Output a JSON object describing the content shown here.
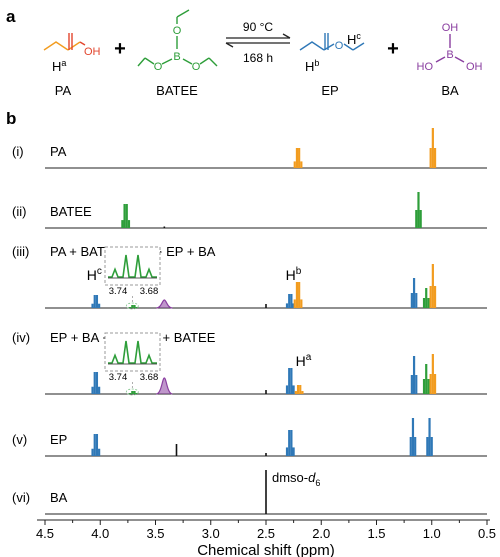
{
  "panel_labels": {
    "a": "a",
    "b": "b"
  },
  "scheme": {
    "reactant1": {
      "name": "PA",
      "h_label": "H",
      "h_sup": "a",
      "oh": "OH"
    },
    "plus1": "+",
    "reactant2": {
      "name": "BATEE",
      "o": "O",
      "b": "B"
    },
    "conditions": {
      "temperature": "90 °C",
      "time": "168 h"
    },
    "product1": {
      "name": "EP",
      "hb": "H",
      "hb_sup": "b",
      "hc": "H",
      "hc_sup": "c",
      "o": "O"
    },
    "plus2": "+",
    "product2": {
      "name": "BA",
      "oh": "OH",
      "ho_left": "HO",
      "b": "B"
    }
  },
  "chart_data": {
    "type": "nmr_stack",
    "xlabel": "Chemical shift (ppm)",
    "x_ticks": [
      "4.5",
      "4.0",
      "3.5",
      "3.0",
      "2.5",
      "2.0",
      "1.5",
      "1.0",
      "0.5"
    ],
    "xlim": [
      4.5,
      0.5
    ],
    "colors": {
      "PA": "#f29c1f",
      "BATEE": "#2e9e3a",
      "EP": "#2f78b7",
      "BA": "#8a3fa0",
      "solvent": "#111111"
    },
    "inset_ticks": [
      "3.74",
      "3.68"
    ],
    "inset_color": "#2e9e3a",
    "traces": [
      {
        "id": "i",
        "label": "(i)",
        "title": "PA",
        "peaks": [
          {
            "ppm": 2.21,
            "h": 20,
            "mult": "q",
            "color": "PA"
          },
          {
            "ppm": 0.99,
            "h": 40,
            "mult": "t",
            "color": "PA"
          }
        ]
      },
      {
        "id": "ii",
        "label": "(ii)",
        "title": "BATEE",
        "peaks": [
          {
            "ppm": 3.77,
            "h": 24,
            "mult": "q",
            "color": "BATEE"
          },
          {
            "ppm": 1.12,
            "h": 36,
            "mult": "t",
            "color": "BATEE"
          },
          {
            "ppm": 3.42,
            "h": 1.5,
            "mult": "s",
            "color": "solvent"
          }
        ]
      },
      {
        "id": "iii",
        "label": "(iii)",
        "left": "PA + BATEE",
        "right": "EP + BA",
        "labels": [
          {
            "text": "H",
            "sup": "c",
            "ppm": 4.05
          },
          {
            "text": "H",
            "sup": "b",
            "ppm": 2.25
          }
        ],
        "peaks": [
          {
            "ppm": 4.04,
            "h": 13,
            "mult": "q",
            "color": "EP"
          },
          {
            "ppm": 3.42,
            "h": 8,
            "mult": "br",
            "color": "BA"
          },
          {
            "ppm": 3.7,
            "h": 3,
            "mult": "q",
            "color": "BATEE"
          },
          {
            "ppm": 2.5,
            "h": 4,
            "mult": "s",
            "color": "solvent"
          },
          {
            "ppm": 2.28,
            "h": 14,
            "mult": "q",
            "color": "EP"
          },
          {
            "ppm": 2.21,
            "h": 26,
            "mult": "q",
            "color": "PA"
          },
          {
            "ppm": 1.16,
            "h": 30,
            "mult": "t",
            "color": "EP"
          },
          {
            "ppm": 1.05,
            "h": 20,
            "mult": "t",
            "color": "BATEE"
          },
          {
            "ppm": 0.99,
            "h": 44,
            "mult": "t",
            "color": "PA"
          }
        ]
      },
      {
        "id": "iv",
        "label": "(iv)",
        "left": "EP + BA",
        "right": "PA + BATEE",
        "labels": [
          {
            "text": "H",
            "sup": "a",
            "ppm": 2.16
          }
        ],
        "peaks": [
          {
            "ppm": 4.04,
            "h": 22,
            "mult": "q",
            "color": "EP"
          },
          {
            "ppm": 3.42,
            "h": 16,
            "mult": "br",
            "color": "BA"
          },
          {
            "ppm": 3.7,
            "h": 3,
            "mult": "q",
            "color": "BATEE"
          },
          {
            "ppm": 2.5,
            "h": 4,
            "mult": "s",
            "color": "solvent"
          },
          {
            "ppm": 2.28,
            "h": 26,
            "mult": "q",
            "color": "EP"
          },
          {
            "ppm": 2.2,
            "h": 9,
            "mult": "q",
            "color": "PA"
          },
          {
            "ppm": 1.16,
            "h": 38,
            "mult": "t",
            "color": "EP"
          },
          {
            "ppm": 1.05,
            "h": 30,
            "mult": "t",
            "color": "BATEE"
          },
          {
            "ppm": 0.99,
            "h": 40,
            "mult": "t",
            "color": "PA"
          }
        ]
      },
      {
        "id": "v",
        "label": "(v)",
        "title": "EP",
        "peaks": [
          {
            "ppm": 4.04,
            "h": 22,
            "mult": "q",
            "color": "EP"
          },
          {
            "ppm": 3.31,
            "h": 12,
            "mult": "s",
            "color": "solvent"
          },
          {
            "ppm": 2.5,
            "h": 3,
            "mult": "s",
            "color": "solvent"
          },
          {
            "ppm": 2.28,
            "h": 26,
            "mult": "q",
            "color": "EP"
          },
          {
            "ppm": 1.17,
            "h": 38,
            "mult": "t",
            "color": "EP"
          },
          {
            "ppm": 1.02,
            "h": 38,
            "mult": "t",
            "color": "EP"
          }
        ]
      },
      {
        "id": "vi",
        "label": "(vi)",
        "title": "BA",
        "annotation": {
          "text": "dmso-",
          "italic": "d",
          "sub": "6"
        },
        "peaks": [
          {
            "ppm": 2.5,
            "h": 44,
            "mult": "s",
            "color": "solvent"
          }
        ]
      }
    ]
  }
}
